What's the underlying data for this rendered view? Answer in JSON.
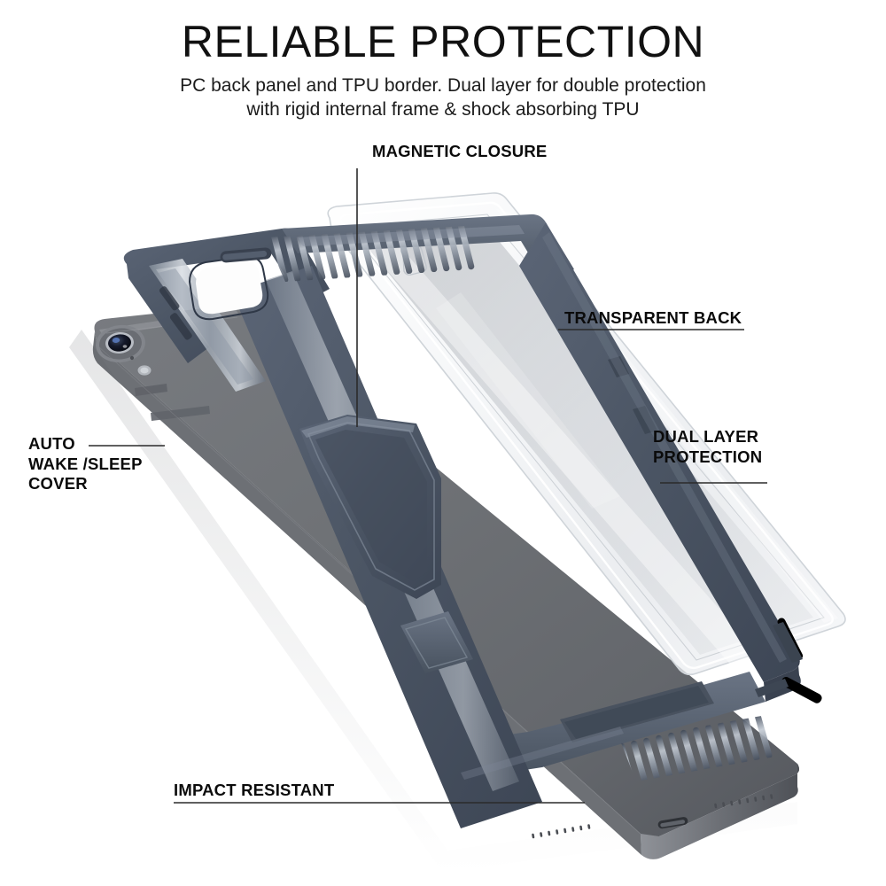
{
  "header": {
    "title": "RELIABLE PROTECTION",
    "subtitle_line1": "PC back panel and TPU border. Dual layer for double protection",
    "subtitle_line2": "with rigid internal frame & shock absorbing TPU"
  },
  "callouts": {
    "magnetic": {
      "line1": "MAGNETIC CLOSURE"
    },
    "transparent": {
      "line1": "TRANSPARENT BACK"
    },
    "dual": {
      "line1": "DUAL LAYER",
      "line2": "PROTECTION"
    },
    "auto": {
      "line1": "AUTO",
      "line2": "WAKE /SLEEP",
      "line3": "COVER"
    },
    "impact": {
      "line1": "IMPACT RESISTANT"
    }
  },
  "colors": {
    "background": "#ffffff",
    "text": "#111111",
    "leader_line": "#2b2b2b",
    "case_frame_dark": "#4a5464",
    "case_frame_mid": "#5b6474",
    "tablet_body": "#6e7176",
    "tablet_body_dark": "#5a5d63",
    "transparent_panel": "#e9ebee",
    "ribbed_highlight": "#aeb6c0"
  },
  "product": {
    "type": "tablet-case-exploded-view",
    "parts": [
      {
        "name": "transparent-back-panel",
        "material": "PC"
      },
      {
        "name": "tpu-bumper-frame",
        "material": "TPU"
      },
      {
        "name": "tablet-device"
      }
    ],
    "device_features": [
      "rear-camera",
      "flash",
      "microphone",
      "volume-buttons",
      "usb-c-port",
      "speaker-grille"
    ]
  }
}
